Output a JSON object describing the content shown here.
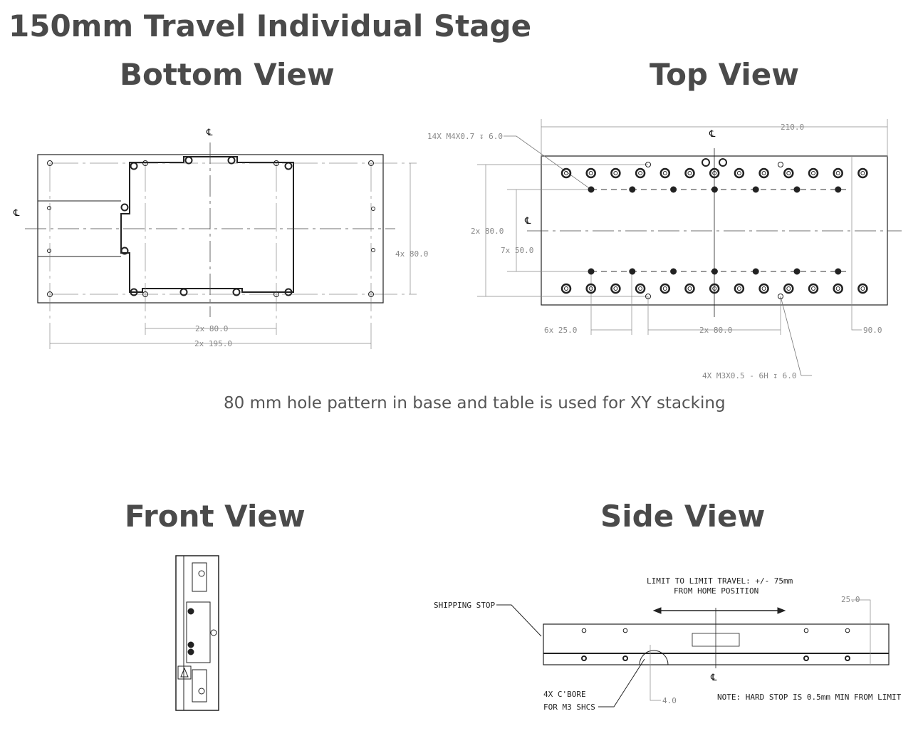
{
  "title": "150mm Travel Individual Stage",
  "views": {
    "bottom": {
      "title": "Bottom View",
      "dims": {
        "height": "4x 80.0",
        "pattern": "2x 80.0",
        "width": "2x 195.0"
      }
    },
    "top": {
      "title": "Top View",
      "dims": {
        "width": "210.0",
        "height": "2x 80.0",
        "pitch_y": "7x 50.0",
        "pitch_x": "6x 25.0",
        "pattern": "2x 80.0",
        "offset": "90.0"
      },
      "callouts": {
        "m4": "14X M4X0.7 ↧ 6.0",
        "m3": "4X M3X0.5 - 6H ↧ 6.0"
      }
    },
    "front": {
      "title": "Front View"
    },
    "side": {
      "title": "Side View",
      "travel_line1": "LIMIT TO LIMIT TRAVEL: +/- 75mm",
      "travel_line2": "FROM HOME POSITION",
      "shipping_stop": "SHIPPING STOP",
      "cbore_line1": "4X C'BORE",
      "cbore_line2": "FOR M3 SHCS",
      "note": "NOTE: HARD STOP IS 0.5mm MIN FROM LIMIT",
      "dims": {
        "height": "25.0",
        "depth": "4.0"
      }
    }
  },
  "centerline_symbol": "℄",
  "caption": "80 mm hole pattern in base and table is used for XY stacking"
}
